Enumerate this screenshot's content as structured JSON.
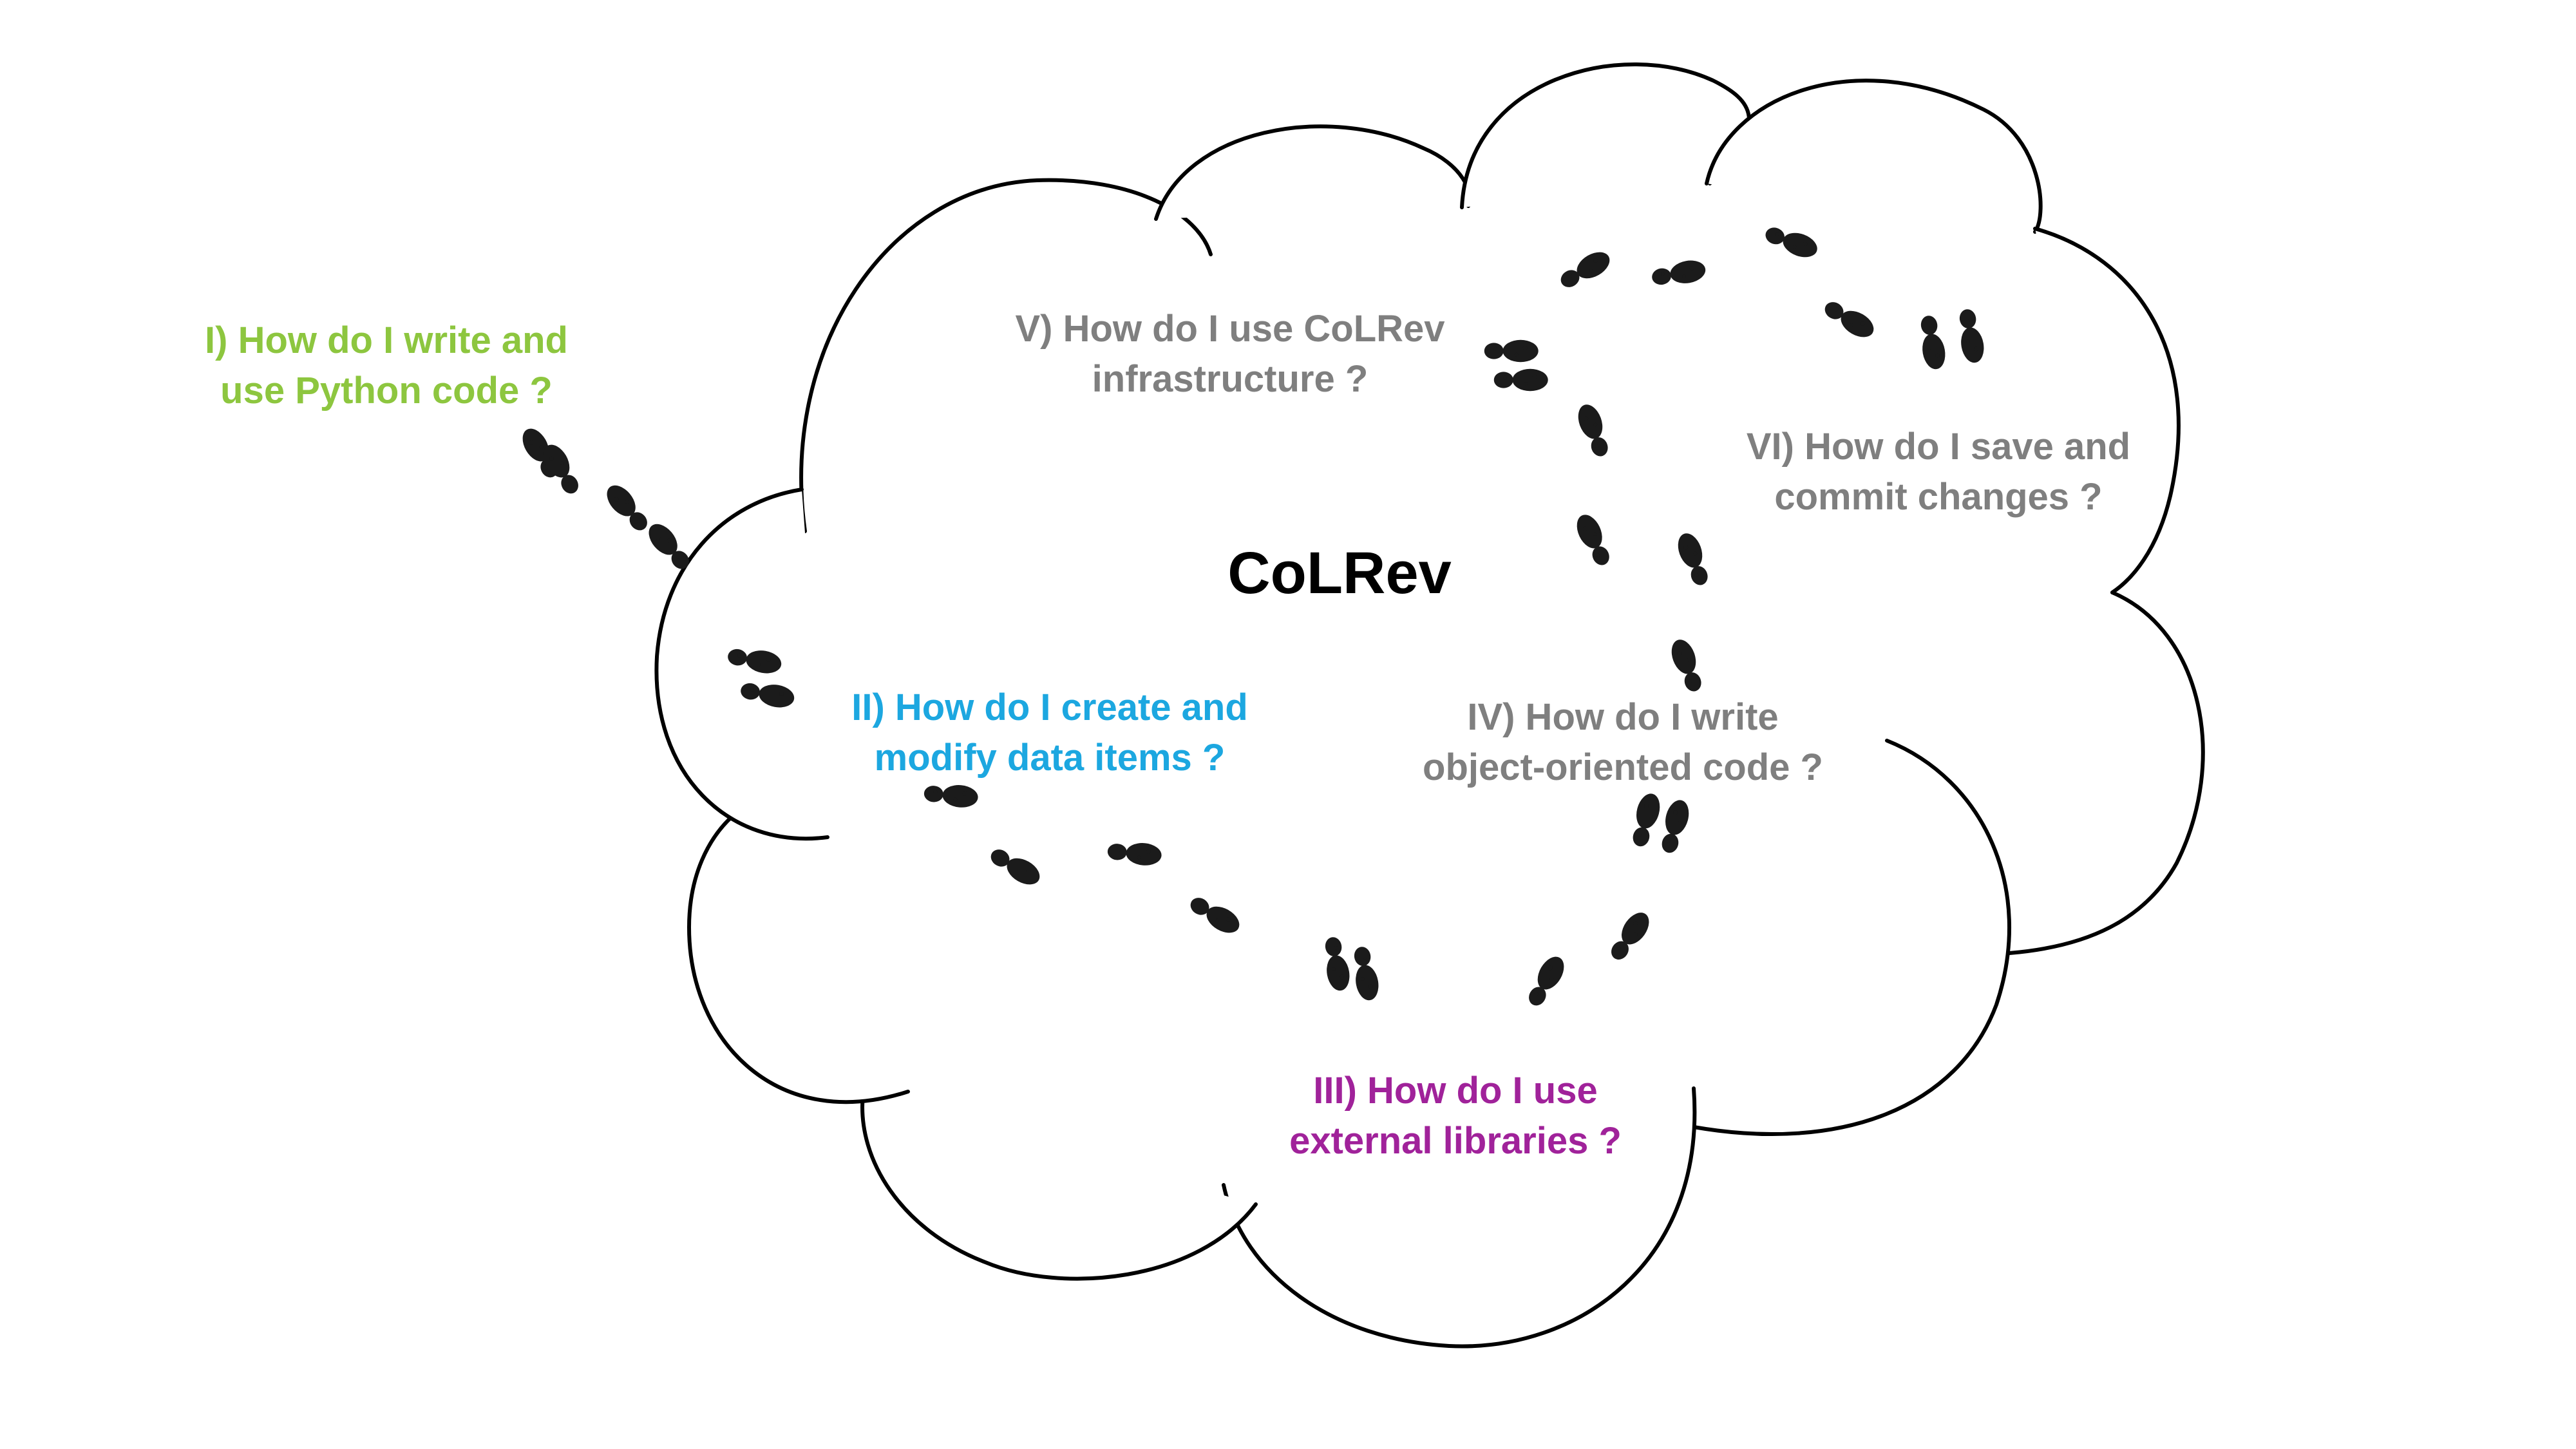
{
  "title": "CoLRev",
  "colors": {
    "step1": "#8dc63f",
    "step2": "#1ca7e0",
    "step3": "#a0229a",
    "step4": "#7f7f7f",
    "step5": "#7f7f7f",
    "step6": "#7f7f7f",
    "outline": "#000000",
    "footprints": "#1b1b1b"
  },
  "steps": [
    {
      "line1": "I) How do I write and",
      "line2": "use Python code ?"
    },
    {
      "line1": "II) How do I create and",
      "line2": "modify data items ?"
    },
    {
      "line1": "III) How do I use",
      "line2": "external libraries ?"
    },
    {
      "line1": "IV) How do I write",
      "line2": "object-oriented code ?"
    },
    {
      "line1": "V) How do I use CoLRev",
      "line2": "infrastructure ?"
    },
    {
      "line1": "VI) How do I save and",
      "line2": "commit changes ?"
    }
  ],
  "icons": [
    "cloud-shape",
    "footprint-icon"
  ]
}
